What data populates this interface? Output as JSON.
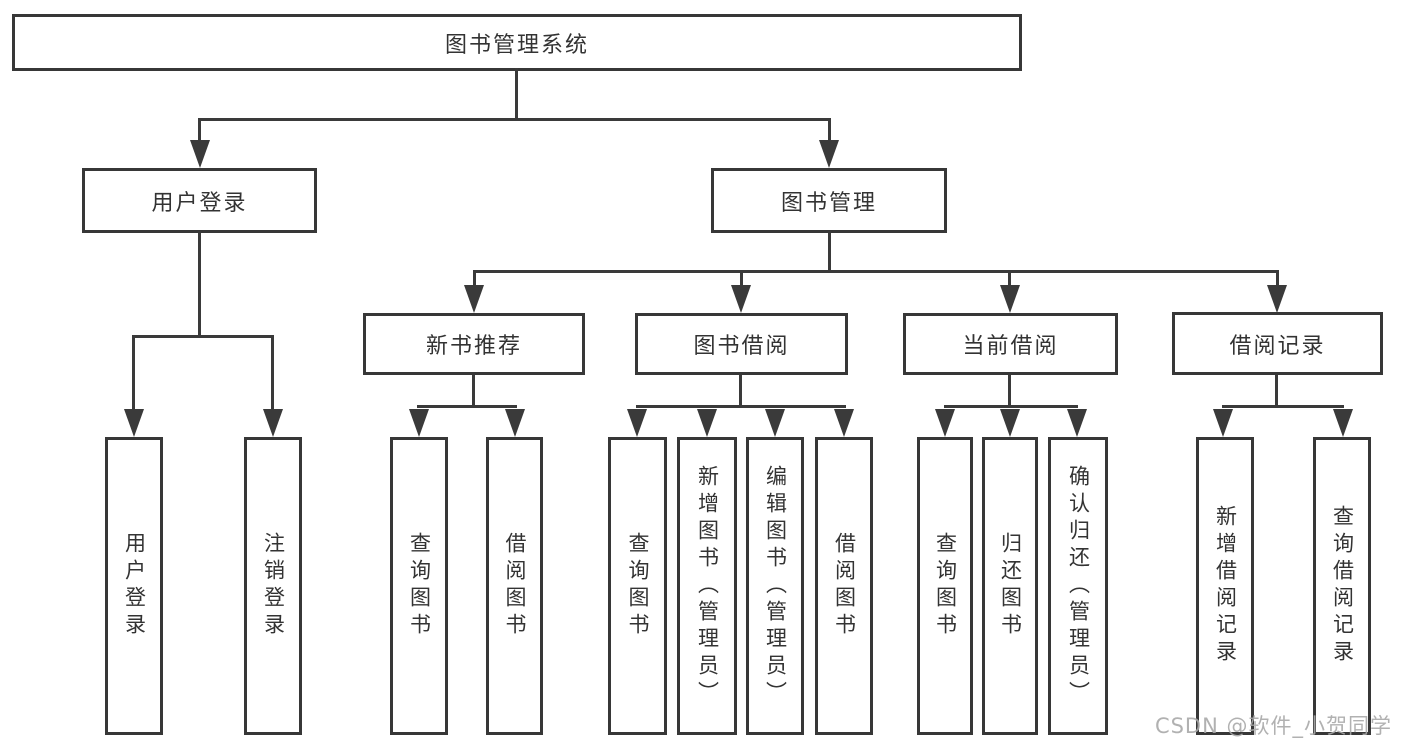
{
  "diagram": {
    "root": {
      "label": "图书管理系统"
    },
    "branches": [
      {
        "label": "用户登录",
        "children": [
          {
            "label": "用户登录"
          },
          {
            "label": "注销登录"
          }
        ]
      },
      {
        "label": "图书管理",
        "children": [
          {
            "label": "新书推荐",
            "children": [
              {
                "label": "查询图书"
              },
              {
                "label": "借阅图书"
              }
            ]
          },
          {
            "label": "图书借阅",
            "children": [
              {
                "label": "查询图书"
              },
              {
                "label": "新增图书（管理员）"
              },
              {
                "label": "编辑图书（管理员）"
              },
              {
                "label": "借阅图书"
              }
            ]
          },
          {
            "label": "当前借阅",
            "children": [
              {
                "label": "查询图书"
              },
              {
                "label": "归还图书"
              },
              {
                "label": "确认归还（管理员）"
              }
            ]
          },
          {
            "label": "借阅记录",
            "children": [
              {
                "label": "新增借阅记录"
              },
              {
                "label": "查询借阅记录"
              }
            ]
          }
        ]
      }
    ]
  },
  "watermark": "CSDN @软件_小贺同学",
  "colors": {
    "line": "#3a3a3a",
    "text": "#333333",
    "watermark": "#a8a8a8",
    "background": "#ffffff"
  }
}
